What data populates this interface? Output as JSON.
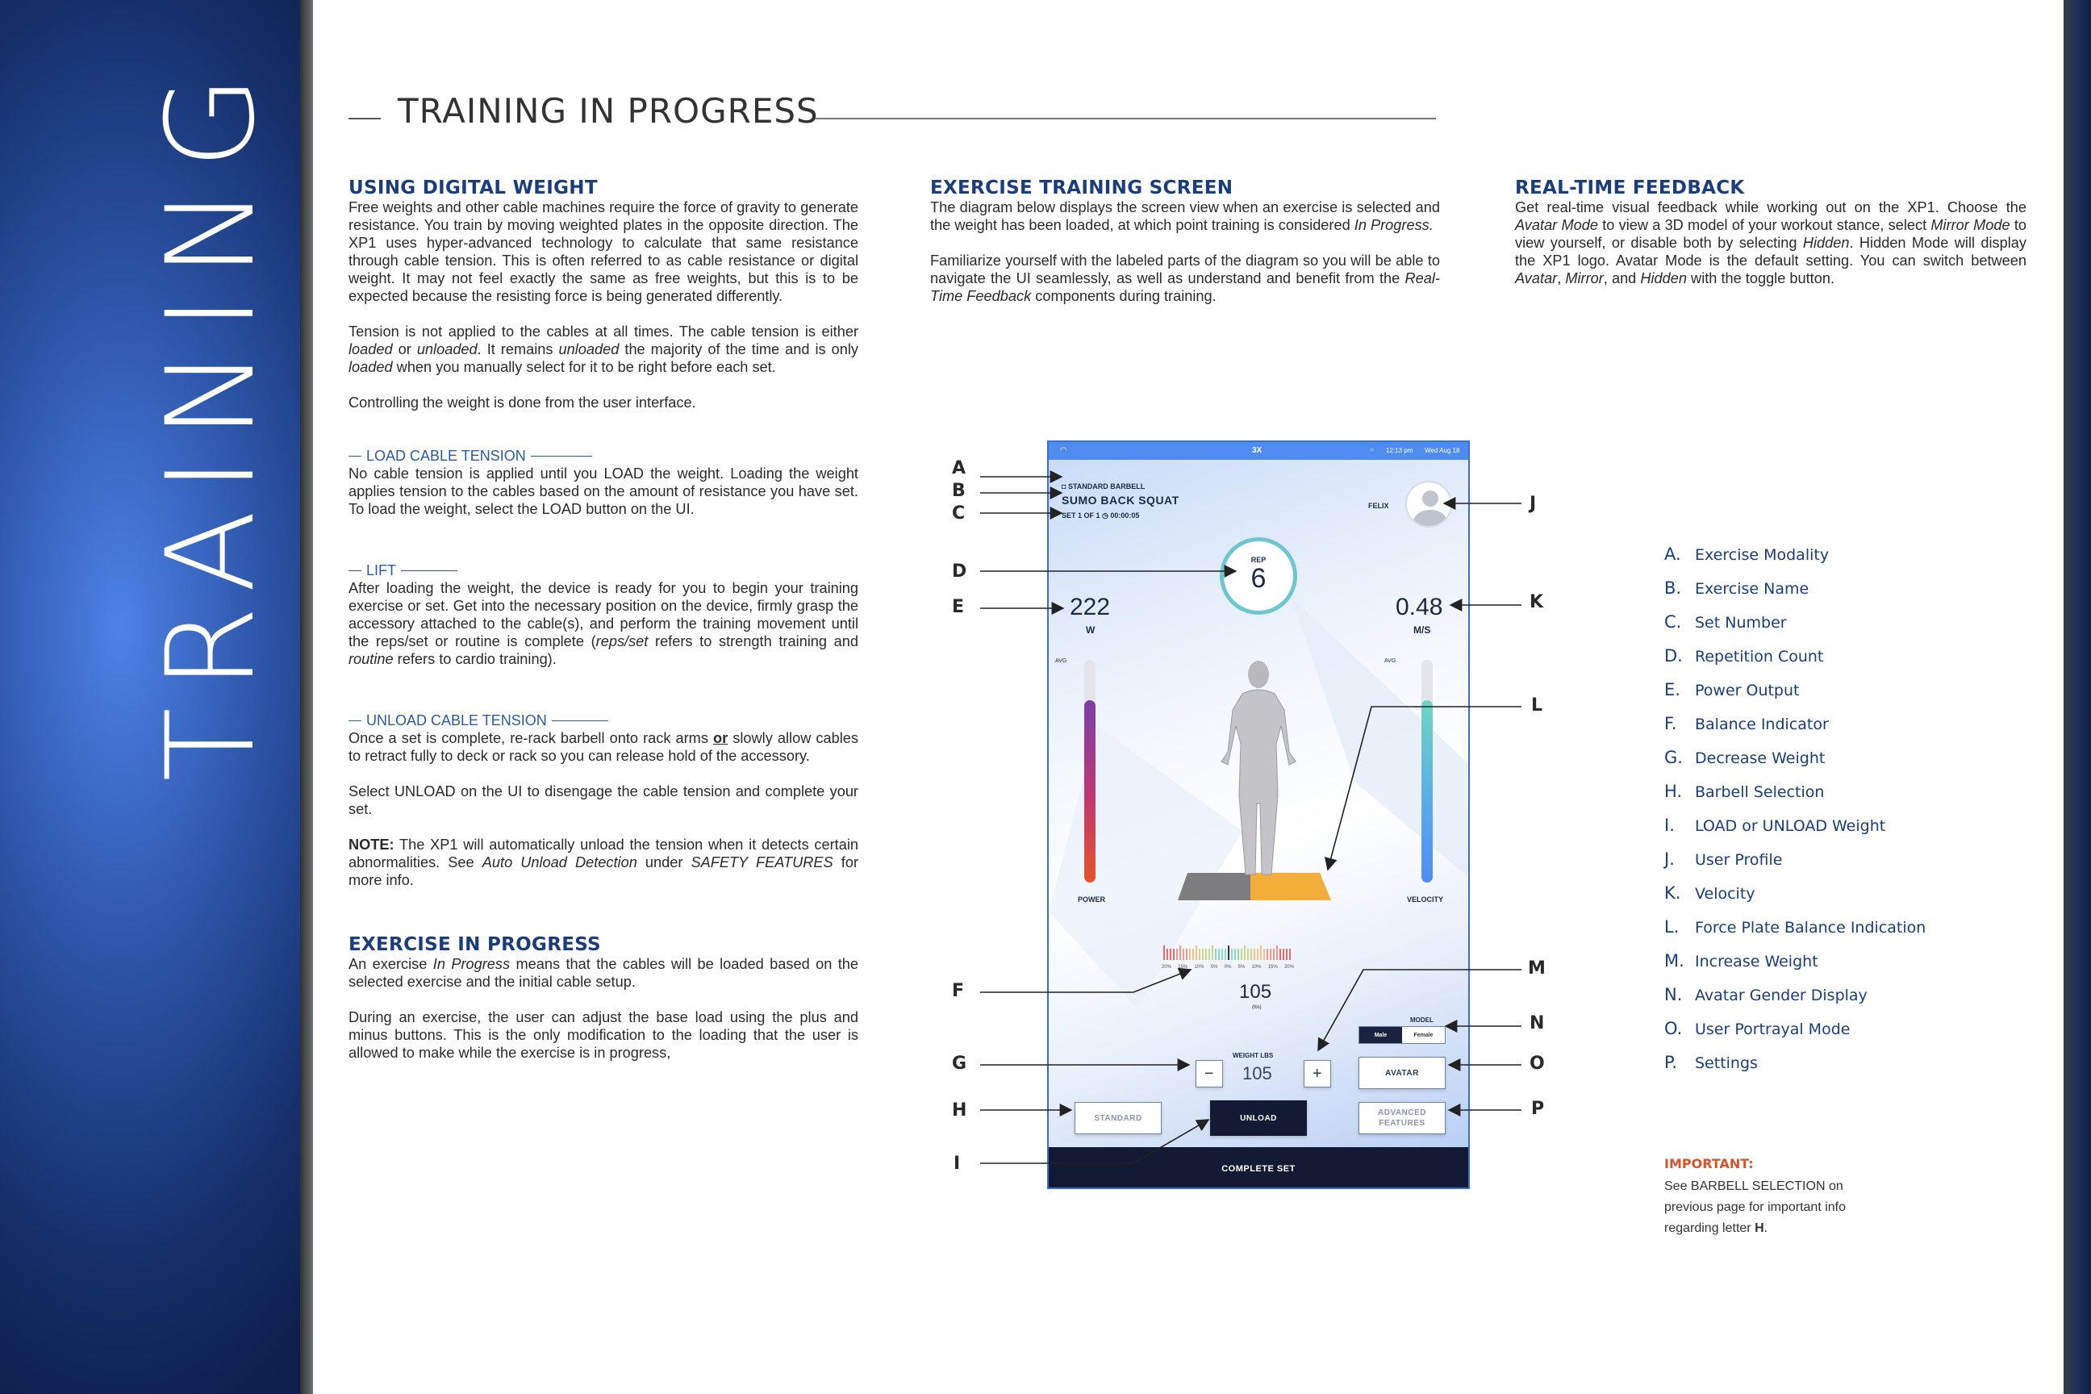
{
  "sidebar": {
    "title": "TRAINING"
  },
  "header": {
    "title": "TRAINING IN PROGRESS"
  },
  "col1": {
    "h1": "USING DIGITAL WEIGHT",
    "p1": "Free weights and other cable machines require the force of gravity to generate resistance. You train by moving weighted plates in the opposite direction. The XP1 uses hyper-advanced technology to calculate that same resistance through cable tension. This is often referred to as cable resistance or digital weight. It may not feel exactly the same as free weights, but this is to be expected because the resisting force is being generated differently.",
    "p2a": "Tension is not applied to the cables at all times. The cable tension is either ",
    "p2b": "loaded",
    "p2c": " or ",
    "p2d": "unloaded",
    "p2e": ". It remains ",
    "p2f": "unloaded",
    "p2g": " the majority of the time and is only ",
    "p2h": "loaded",
    "p2i": " when you manually select for it to be right before each set.",
    "p3": "Controlling the weight is done from the user interface.",
    "s1": "LOAD CABLE TENSION",
    "s1p": "No cable tension is applied until you LOAD the weight. Loading the weight applies tension to the cables based on the amount of resistance you have set. To load the weight, select the LOAD button on the UI.",
    "s2": "LIFT",
    "s2pa": "After loading the weight, the device is ready for you to begin your training exercise or set. Get into the necessary position on the device, firmly grasp the accessory attached to the cable(s), and perform the training movement until the reps/set or routine is complete (",
    "s2pb": "reps/set",
    "s2pc": " refers to strength training and ",
    "s2pd": "routine",
    "s2pe": " refers to cardio training).",
    "s3": "UNLOAD CABLE TENSION",
    "s3pa": "Once a set is complete, re-rack barbell onto rack arms ",
    "s3pb": "or",
    "s3pc": " slowly allow cables to retract fully to deck or rack so you can release hold of the accessory.",
    "s3p2": "Select UNLOAD on the UI to disengage the cable tension and complete your set.",
    "note_label": "NOTE:",
    "note_a": " The XP1 will automatically unload the tension when it detects certain abnormalities. See ",
    "note_b": "Auto Unload Detection",
    "note_c": " under ",
    "note_d": "SAFETY FEATURES",
    "note_e": " for more info.",
    "h2": "EXERCISE IN PROGRESS",
    "e1a": "An exercise ",
    "e1b": "In Progress",
    "e1c": " means that the cables will be loaded based on the selected exercise and the initial cable setup.",
    "e2": "During an exercise, the user can adjust the base load using the plus and minus buttons. This is the only modification to the loading that the user is allowed to make while the exercise is in progress,"
  },
  "col2": {
    "h": "EXERCISE TRAINING SCREEN",
    "p1a": "The diagram below displays the screen view when an exercise is selected and the weight has been loaded, at which point training is considered ",
    "p1b": "In Progress.",
    "p2a": "Familiarize yourself with the labeled parts of the diagram so you will be able to navigate the UI seamlessly, as well as understand and benefit from the ",
    "p2b": "Real-Time Feedback",
    "p2c": " components during training."
  },
  "col3": {
    "h": "REAL-TIME FEEDBACK",
    "pa": "Get real-time visual feedback while working out on the XP1. Choose the ",
    "pb": "Avatar Mode",
    "pc": " to view a 3D model of your workout stance, select ",
    "pd": "Mirror Mode",
    "pe": " to view yourself, or disable both by selecting ",
    "pf": "Hidden",
    "pg": ". Hidden Mode will display the XP1 logo. Avatar Mode is the default setting. You can switch between ",
    "ph": "Avatar",
    "pi": ", ",
    "pj": "Mirror",
    "pk": ", and ",
    "pl": "Hidden",
    "pm": " with the toggle button."
  },
  "device": {
    "status_time": "12:13 pm",
    "status_date": "Wed Aug 18",
    "logo": "3X",
    "modality": "STANDARD BARBELL",
    "exercise": "SUMO BACK SQUAT",
    "set": "SET 1 OF 1",
    "timer": "00:00:05",
    "user": "FELIX",
    "rep_label": "REP",
    "rep": "6",
    "power": "222",
    "power_unit": "W",
    "velocity": "0.48",
    "velocity_unit": "M/S",
    "avg": "AVG",
    "power_label": "POWER",
    "velocity_label": "VELOCITY",
    "balance_ticks": [
      "20%",
      "15%",
      "10%",
      "5%",
      "0%",
      "5%",
      "10%",
      "15%",
      "20%"
    ],
    "balance_value": "105",
    "balance_unit": "(lbs)",
    "model_label": "MODEL",
    "male": "Male",
    "female": "Female",
    "weight_label": "WEIGHT LBS",
    "weight": "105",
    "minus": "−",
    "plus": "+",
    "avatar_btn": "AVATAR",
    "standard_btn": "STANDARD",
    "unload_btn": "UNLOAD",
    "adv1": "ADVANCED",
    "adv2": "FEATURES",
    "complete": "COMPLETE SET",
    "power_level": 0.82,
    "velocity_level": 0.82
  },
  "callouts": [
    "A",
    "B",
    "C",
    "D",
    "E",
    "F",
    "G",
    "H",
    "I",
    "J",
    "K",
    "L",
    "M",
    "N",
    "O",
    "P"
  ],
  "legend": [
    {
      "l": "A.",
      "t": "Exercise Modality"
    },
    {
      "l": "B.",
      "t": "Exercise Name"
    },
    {
      "l": "C.",
      "t": "Set Number"
    },
    {
      "l": "D.",
      "t": "Repetition Count"
    },
    {
      "l": "E.",
      "t": "Power Output"
    },
    {
      "l": "F.",
      "t": "Balance Indicator"
    },
    {
      "l": "G.",
      "t": "Decrease Weight"
    },
    {
      "l": "H.",
      "t": "Barbell Selection"
    },
    {
      "l": "I.",
      "t": "LOAD or UNLOAD Weight"
    },
    {
      "l": "J.",
      "t": "User Profile"
    },
    {
      "l": "K.",
      "t": "Velocity"
    },
    {
      "l": "L.",
      "t": "Force Plate Balance Indication"
    },
    {
      "l": "M.",
      "t": "Increase Weight"
    },
    {
      "l": "N.",
      "t": "Avatar Gender Display"
    },
    {
      "l": "O.",
      "t": "User Portrayal Mode"
    },
    {
      "l": "P.",
      "t": "Settings"
    }
  ],
  "important": {
    "h": "IMPORTANT:",
    "ta": "See BARBELL SELECTION on previous page for important info regarding letter ",
    "tb": "H",
    "tc": "."
  }
}
